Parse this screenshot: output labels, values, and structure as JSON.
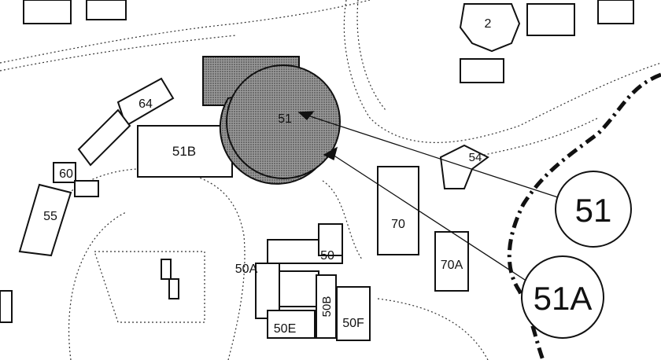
{
  "map": {
    "building_labels": {
      "b2": "2",
      "b64": "64",
      "b51": "51",
      "b51B": "51B",
      "b60": "60",
      "b55": "55",
      "b54": "54",
      "b70": "70",
      "b70A": "70A",
      "b50": "50",
      "b50A": "50A",
      "b50B": "50B",
      "b50E": "50E",
      "b50F": "50F"
    },
    "callouts": {
      "c51": "51",
      "c51A": "51A"
    },
    "colors": {
      "ink": "#111111",
      "background": "#ffffff",
      "highlight_fill": "#777777"
    }
  }
}
